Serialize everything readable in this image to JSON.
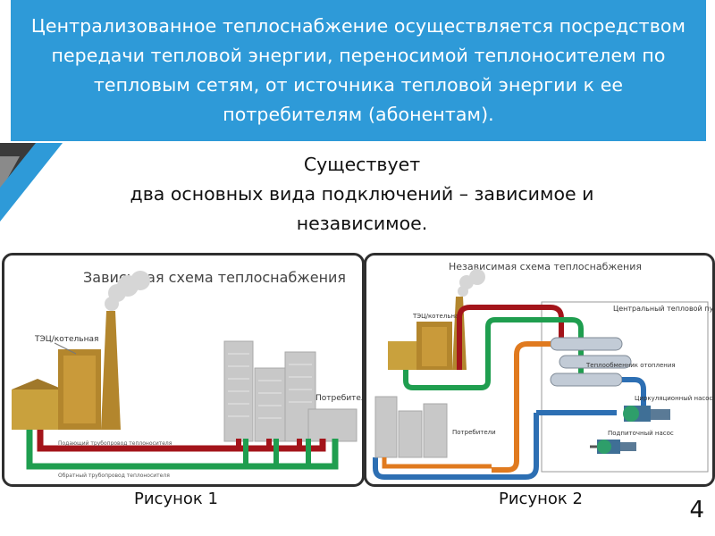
{
  "header": {
    "text": "Централизованное теплоснабжение осуществляется посредством передачи тепловой энергии, переносимой теплоносителем по тепловым сетям, от источника тепловой энергии к ее потребителям (абонентам)."
  },
  "subtitle": {
    "line1": "Существует",
    "line2": "два основных вида подключений – зависимое и",
    "line3": "независимое."
  },
  "figure1": {
    "title": "Зависимая схема теплоснабжения",
    "source_label": "ТЭЦ/котельная",
    "consumers_label": "Потребители",
    "supply_label": "Подающий трубопровод теплоносителя",
    "return_label": "Обратный трубопровод теплоносителя",
    "caption": "Рисунок 1"
  },
  "figure2": {
    "title": "Независимая схема теплоснабжения",
    "source_label": "ТЭЦ/котельная",
    "central_point_label": "Центральный тепловой пункт",
    "exchanger_label": "Теплообменник отопления",
    "circulation_pump_label": "Циркуляционный насос",
    "makeup_pump_label": "Подпиточный насос",
    "consumers_label": "Потребители",
    "caption": "Рисунок 2"
  },
  "page_number": "4",
  "colors": {
    "header_bg": "#2e9ad8",
    "supply_pipe": "#a3141a",
    "return_pipe": "#1f9e4f",
    "secondary_supply": "#e07a1f",
    "secondary_return": "#2d6fb3",
    "building_brown": "#b3862d"
  }
}
